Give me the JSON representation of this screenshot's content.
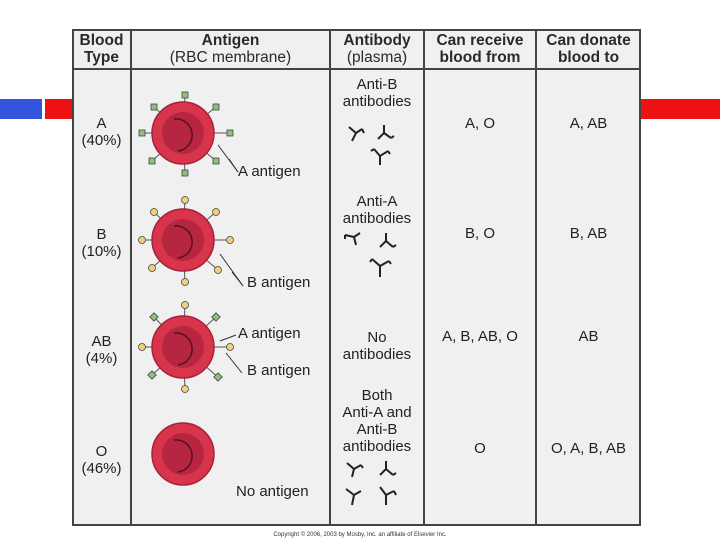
{
  "colors": {
    "accent_blue": "#3355dd",
    "accent_red": "#ee1111",
    "cell_red": "#d8344c",
    "antigen_a": "#8fbf7a",
    "antigen_b": "#f2cf7d"
  },
  "headers": {
    "blood_type": [
      "Blood",
      "Type"
    ],
    "antigen": [
      "Antigen",
      "(RBC membrane)"
    ],
    "antibody": [
      "Antibody",
      "(plasma)"
    ],
    "receive": [
      "Can receive",
      "blood from"
    ],
    "donate": [
      "Can donate",
      "blood to"
    ]
  },
  "rows": [
    {
      "type": "A",
      "pct": "(40%)",
      "antigen_labels": [
        "A antigen"
      ],
      "antibody": [
        "Anti-B",
        "antibodies"
      ],
      "receive": "A, O",
      "donate": "A, AB"
    },
    {
      "type": "B",
      "pct": "(10%)",
      "antigen_labels": [
        "B antigen"
      ],
      "antibody": [
        "Anti-A",
        "antibodies"
      ],
      "receive": "B, O",
      "donate": "B, AB"
    },
    {
      "type": "AB",
      "pct": "(4%)",
      "antigen_labels": [
        "A antigen",
        "B antigen"
      ],
      "antibody": [
        "No",
        "antibodies"
      ],
      "receive": "A, B, AB, O",
      "donate": "AB"
    },
    {
      "type": "O",
      "pct": "(46%)",
      "antigen_labels": [
        "No antigen"
      ],
      "antibody": [
        "Both",
        "Anti-A and",
        "Anti-B",
        "antibodies"
      ],
      "receive": "O",
      "donate": "O, A, B, AB"
    }
  ],
  "copyright": "Copyright © 2006, 2003 by Mosby, Inc. an affiliate of Elsevier Inc."
}
